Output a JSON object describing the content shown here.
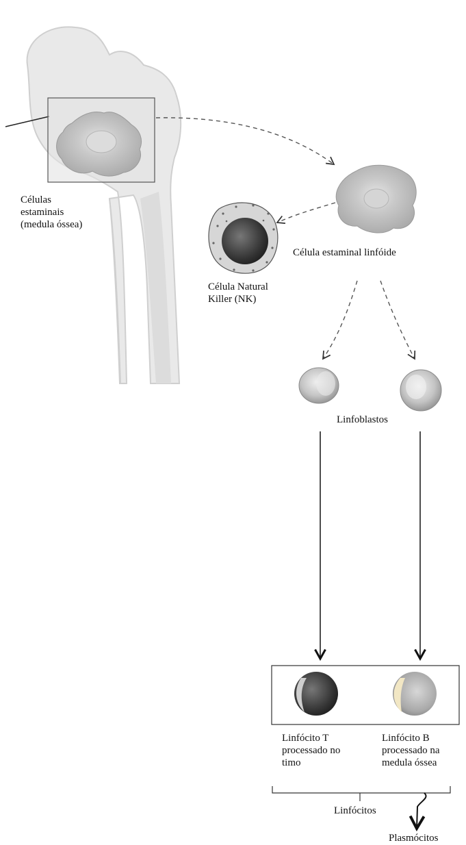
{
  "labels": {
    "stem_cells": "Células\nestaminais\n(medula óssea)",
    "lymphoid_stem_cell": "Célula estaminal linfóide",
    "nk_cell": "Célula Natural\nKiller (NK)",
    "lymphoblasts": "Linfoblastos",
    "t_lymphocyte": "Linfócito T\nprocessado no\ntimo",
    "b_lymphocyte": "Linfócito B\nprocessado na\nmedula óssea",
    "lymphocytes": "Linfócitos",
    "plasmocytes": "Plasmócitos"
  },
  "colors": {
    "bone_fill": "#e6e6e6",
    "bone_stroke": "#c8c8c8",
    "cell_fill": "#bdbdbd",
    "cell_inner": "#d9d9d9",
    "dark_cell": "#3a3a3a",
    "arrow": "#222222",
    "dashed_arrow": "#555555"
  }
}
